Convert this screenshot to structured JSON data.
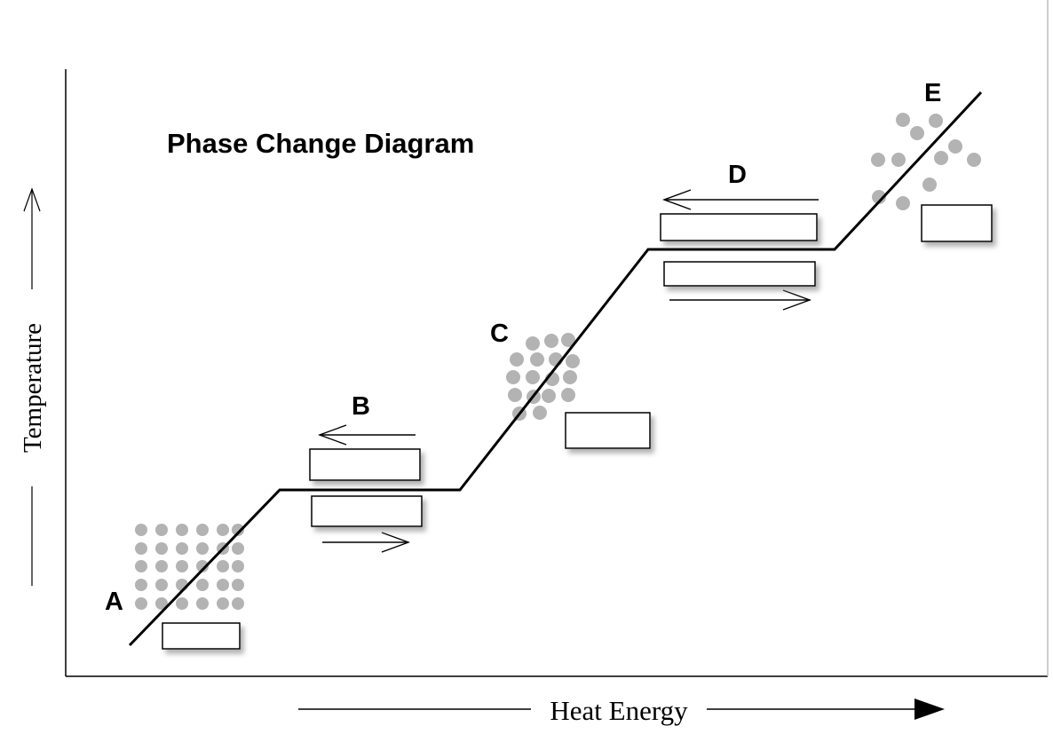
{
  "title": "Phase Change Diagram",
  "axes": {
    "x_label": "Heat Energy",
    "y_label": "Temperature"
  },
  "points": {
    "a": "A",
    "b": "B",
    "c": "C",
    "d": "D",
    "e": "E"
  },
  "colors": {
    "line": "#000000",
    "particle": "#b3b3b3",
    "box_shadow": "#9a9a9a"
  }
}
